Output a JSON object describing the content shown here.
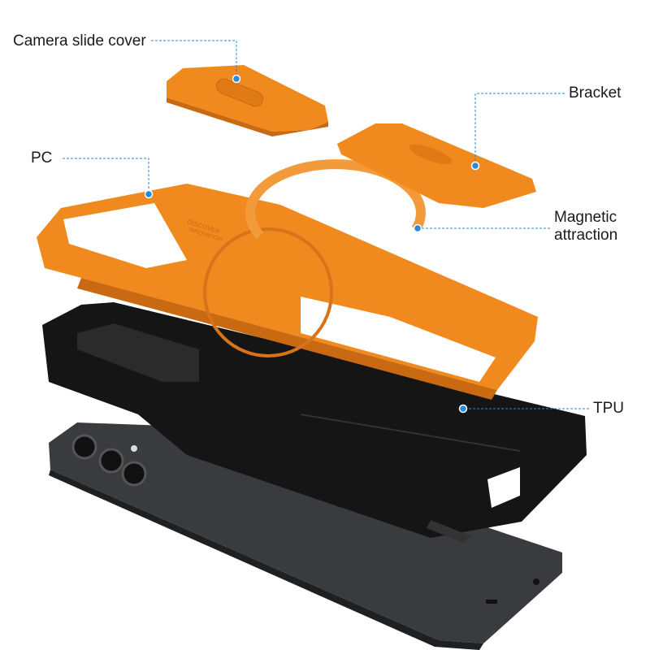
{
  "labels": {
    "camera_slide_cover": "Camera slide cover",
    "bracket": "Bracket",
    "pc": "PC",
    "magnetic_line1": "Magnetic",
    "magnetic_line2": "attraction",
    "tpu": "TPU"
  },
  "emboss": {
    "line1": "DISCOVER",
    "line2": "INNOVATION"
  },
  "colors": {
    "orange": "#f08a1e",
    "tpu_black": "#151515",
    "phone": "#3a3b3e",
    "callout": "#2a8ad6"
  }
}
